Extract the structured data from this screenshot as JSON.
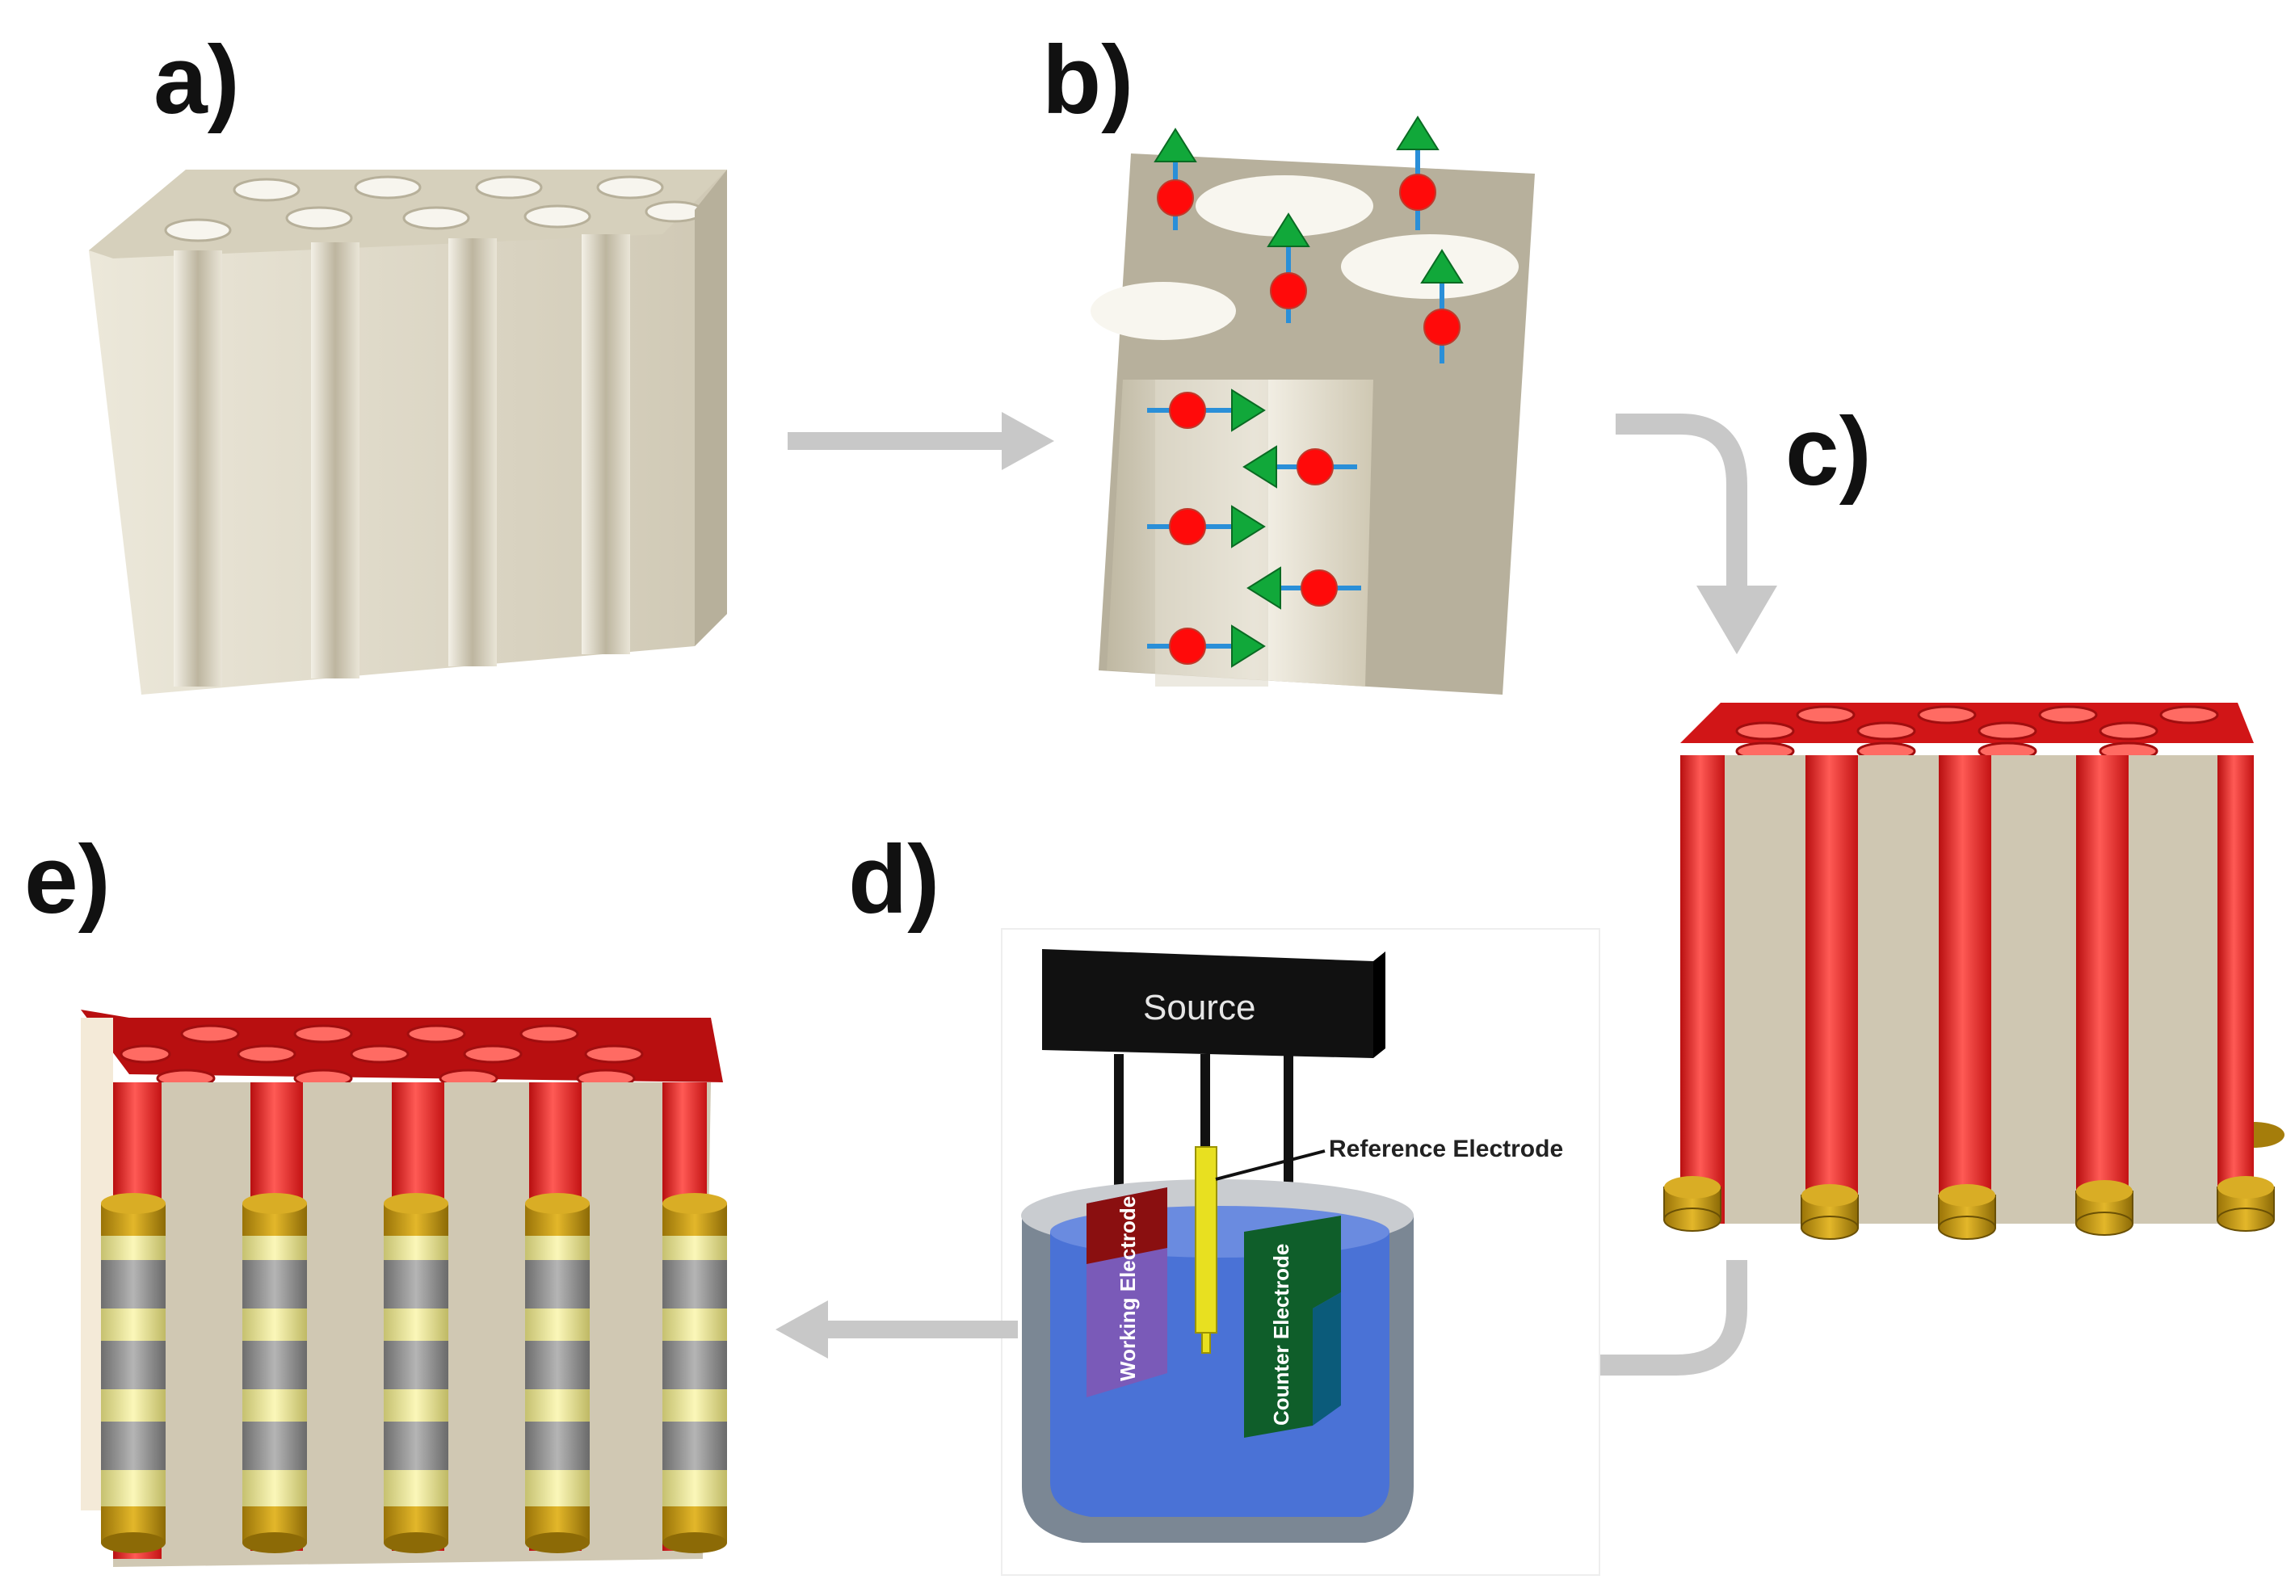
{
  "panels": {
    "a": "a)",
    "b": "b)",
    "c": "c)",
    "d": "d)",
    "e": "e)"
  },
  "cell": {
    "source": "Source",
    "reference": "Reference Electrode",
    "working": "Working Electrode",
    "counter": "Counter Electrode"
  },
  "colors": {
    "template": "#d2cbb7",
    "template_dark": "#a9a28d",
    "polymer_red": "#e8191b",
    "rod_gold": "#c79a12",
    "arrow_gray": "#c8c8c8",
    "molecule_red": "#ff0a0a",
    "molecule_green": "#11a83a",
    "molecule_blue": "#2a8fd8",
    "electrolyte_blue": "#4a72d6"
  }
}
